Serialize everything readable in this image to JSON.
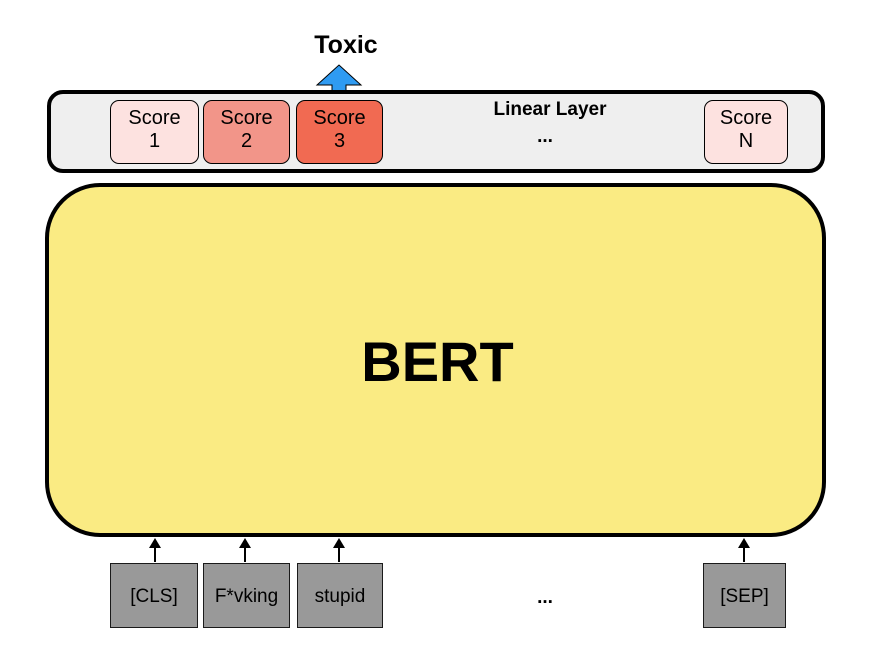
{
  "output_label": "Toxic",
  "linear_layer": {
    "title": "Linear Layer",
    "ellipsis": "...",
    "scores": [
      {
        "word": "Score",
        "index": "1",
        "fill": "#fde2e0"
      },
      {
        "word": "Score",
        "index": "2",
        "fill": "#f29589"
      },
      {
        "word": "Score",
        "index": "3",
        "fill": "#f16a52"
      },
      {
        "word": "Score",
        "index": "N",
        "fill": "#fde2e0"
      }
    ]
  },
  "bert": {
    "label": "BERT",
    "fill": "#faeb83"
  },
  "tokens": [
    "[CLS]",
    "F*vking",
    "stupid",
    "[SEP]"
  ],
  "tokens_ellipsis": "...",
  "colors": {
    "output_arrow": "#2f9bf2",
    "token_fill": "#999999"
  }
}
